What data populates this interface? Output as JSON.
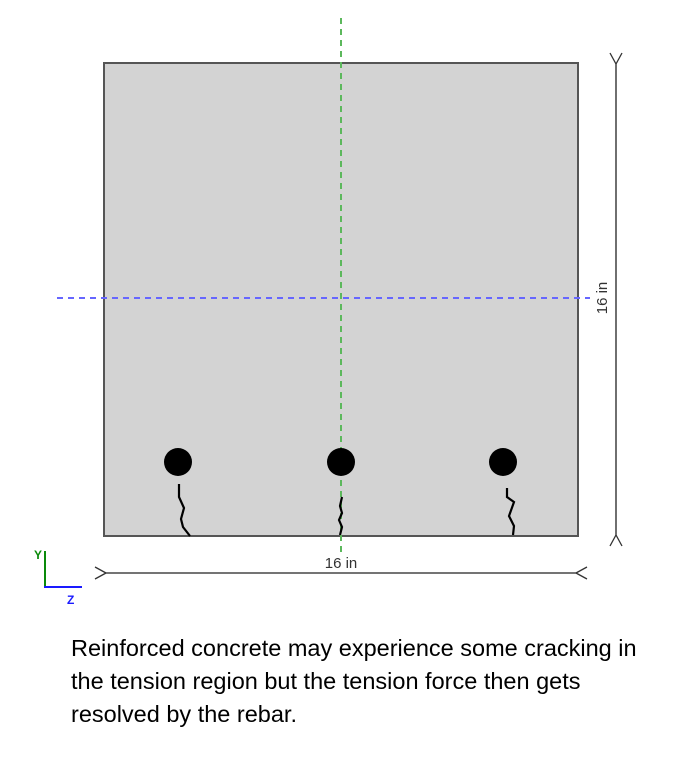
{
  "section": {
    "width_label": "16 in",
    "height_label": "16 in",
    "fill_color": "#d3d3d3",
    "neutral_axis_color": "#6666ff",
    "vertical_axis_color": "#5cb85c",
    "rebar_count": 3
  },
  "axes": {
    "y_label": "Y",
    "z_label": "Z",
    "y_color": "#0a8a0a",
    "z_color": "#1a1aff"
  },
  "caption": "Reinforced concrete may experience some cracking in the tension region but the tension force then gets resolved by the rebar."
}
